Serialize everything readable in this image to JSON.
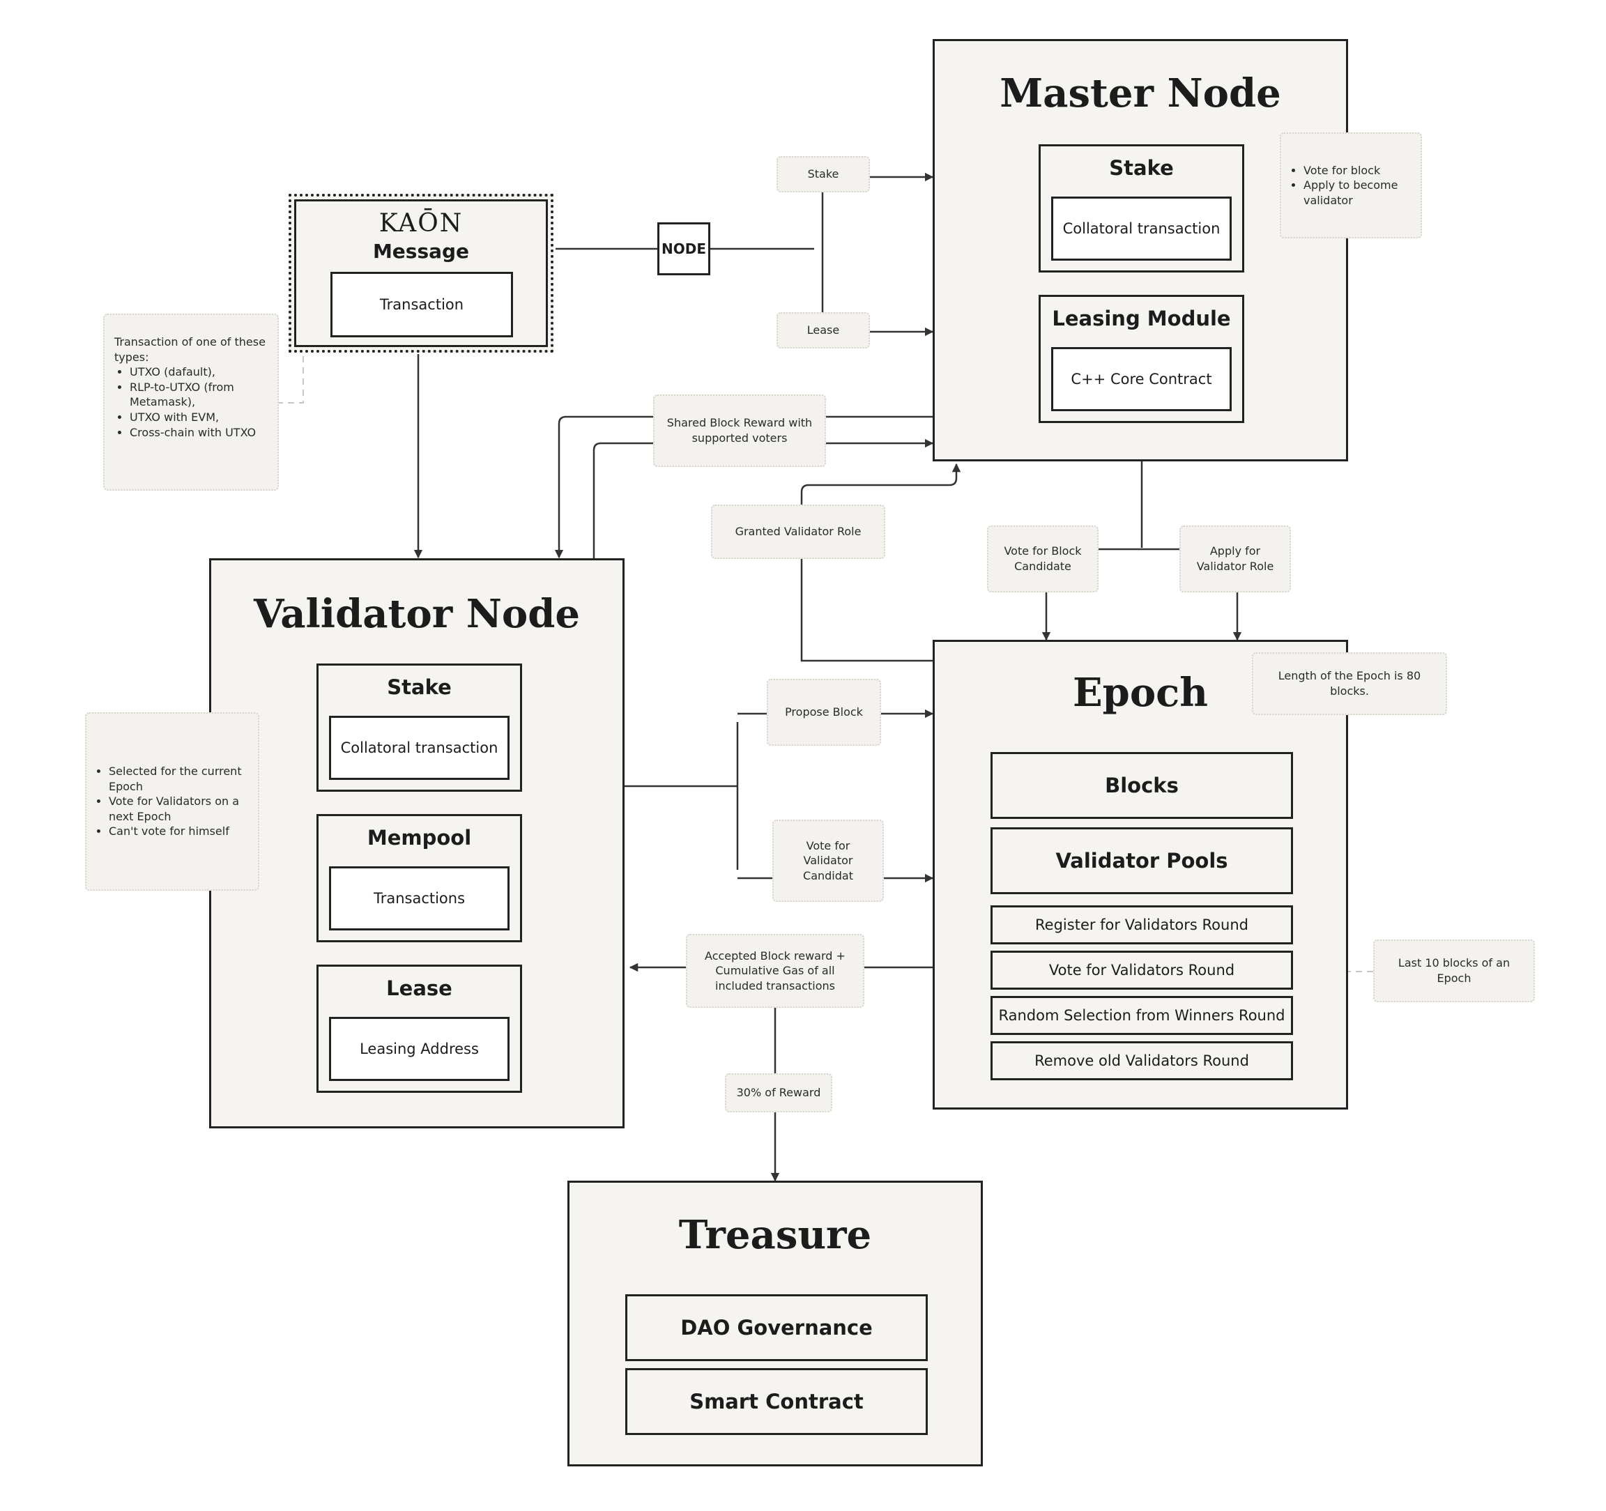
{
  "message_box": {
    "logo_text": "KAŌN",
    "title": "Message",
    "transaction_label": "Transaction"
  },
  "node_badge": "NODE",
  "master_node": {
    "title": "Master Node",
    "stake": {
      "title": "Stake",
      "item": "Collatoral transaction"
    },
    "leasing_module": {
      "title": "Leasing Module",
      "item": "C++ Core Contract"
    }
  },
  "validator_node": {
    "title": "Validator Node",
    "stake": {
      "title": "Stake",
      "item": "Collatoral transaction"
    },
    "mempool": {
      "title": "Mempool",
      "item": "Transactions"
    },
    "lease": {
      "title": "Lease",
      "item": "Leasing Address"
    }
  },
  "epoch": {
    "title": "Epoch",
    "blocks": "Blocks",
    "validator_pools": "Validator Pools",
    "rounds": [
      "Register for Validators Round",
      "Vote for Validators Round",
      "Random Selection from Winners Round",
      "Remove old Validators Round"
    ]
  },
  "treasure": {
    "title": "Treasure",
    "dao": "DAO Governance",
    "smart_contract": "Smart Contract"
  },
  "notes": {
    "stake": "Stake",
    "lease": "Lease",
    "master_duties": [
      "Vote for block",
      "Apply to become validator"
    ],
    "transaction_types_lead": "Transaction of one of these types:",
    "transaction_types": [
      "UTXO (dafault),",
      "RLP-to-UTXO (from Metamask),",
      "UTXO with EVM,",
      "Cross-chain with UTXO"
    ],
    "shared_block_reward": "Shared Block Reward with supported voters",
    "granted_validator_role": "Granted Validator Role",
    "vote_block_candidate": "Vote for Block Candidate",
    "apply_validator_role": "Apply for Validator Role",
    "epoch_length": "Length of the Epoch is 80 blocks.",
    "propose_block": "Propose Block",
    "vote_validator_candidat": "Vote for Validator Candidat",
    "validator_duties": [
      "Selected for the current Epoch",
      "Vote for Validators on a next Epoch",
      "Can't vote for himself"
    ],
    "accepted_block_reward": "Accepted Block reward + Cumulative Gas of all included transactions",
    "last_blocks": "Last 10 blocks of an Epoch",
    "reward_share": "30% of Reward"
  }
}
